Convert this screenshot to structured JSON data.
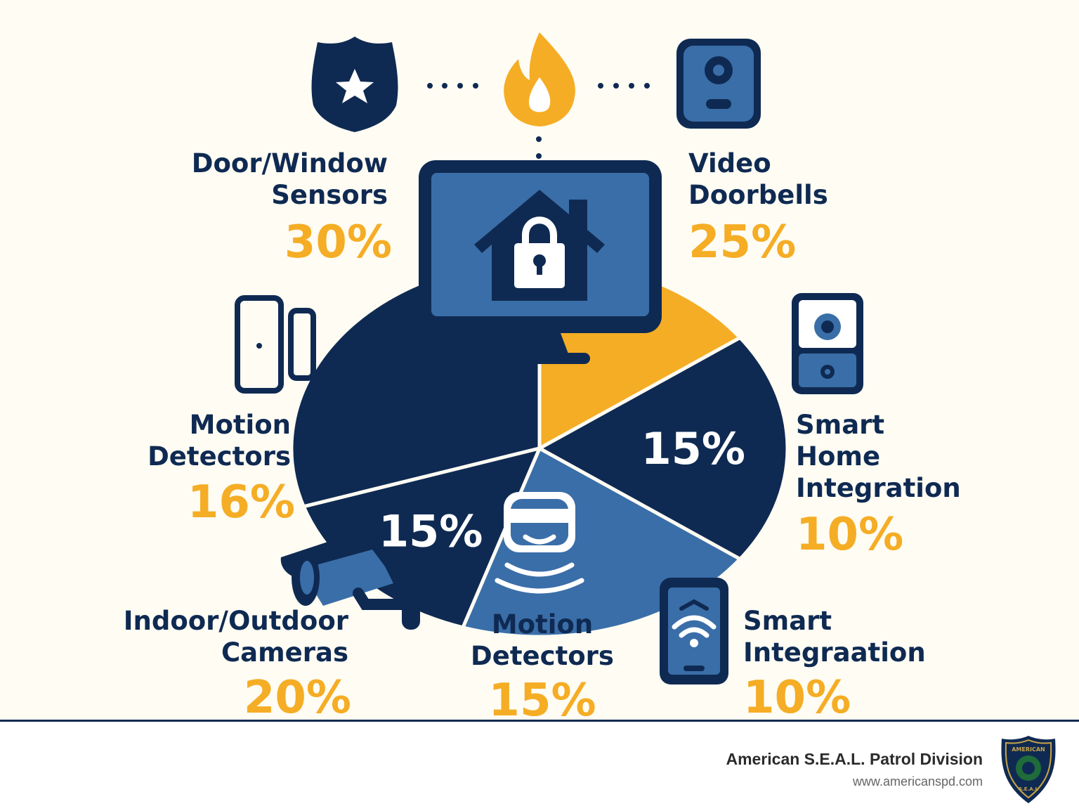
{
  "chart_data": {
    "type": "pie",
    "colors": {
      "navy": "#0f2a52",
      "gold": "#f5ad25",
      "blue": "#3a6ea8",
      "label": "#0f2a52",
      "percent": "#f5ad25"
    },
    "slices": [
      {
        "label": "",
        "value": 30,
        "color": "#0f2a52",
        "show_value": false
      },
      {
        "label": "",
        "value": 15,
        "color": "#f5ad25",
        "show_value": false
      },
      {
        "label": "",
        "value": 20,
        "color": "#0f2a52",
        "show_value": true,
        "value_label": "15%"
      },
      {
        "label": "",
        "value": 20,
        "color": "#3a6ea8",
        "show_value": false
      },
      {
        "label": "",
        "value": 15,
        "color": "#0f2a52",
        "show_value": true,
        "value_label": "15%"
      }
    ],
    "callouts": [
      {
        "label": "Door/Window\nSensors",
        "percent": "30%"
      },
      {
        "label": "Video\nDoorbells",
        "percent": "25%"
      },
      {
        "label": "Motion\nDetectors",
        "percent": "16%"
      },
      {
        "label": "Smart\nHome\nIntegration",
        "percent": "10%"
      },
      {
        "label": "Indoor/Outdoor\nCameras",
        "percent": "20%"
      },
      {
        "label": "Motion\nDetectors",
        "percent": "15%"
      },
      {
        "label": "Smart\nIntegraation",
        "percent": "10%"
      }
    ]
  },
  "icons": [
    "police-badge-icon",
    "flame-icon",
    "doorbell-camera-icon",
    "monitor-icon",
    "house-lock-icon",
    "door-sensor-icon",
    "speaker-icon",
    "motion-sensor-icon",
    "security-camera-icon",
    "smartphone-wifi-icon",
    "seal-badge-icon"
  ],
  "footer": {
    "organization": "American S.E.A.L. Patrol Division",
    "url": "www.americanspd.com",
    "badge_top_text": "AMERICAN",
    "badge_bottom_text": "S.E.A.L"
  }
}
